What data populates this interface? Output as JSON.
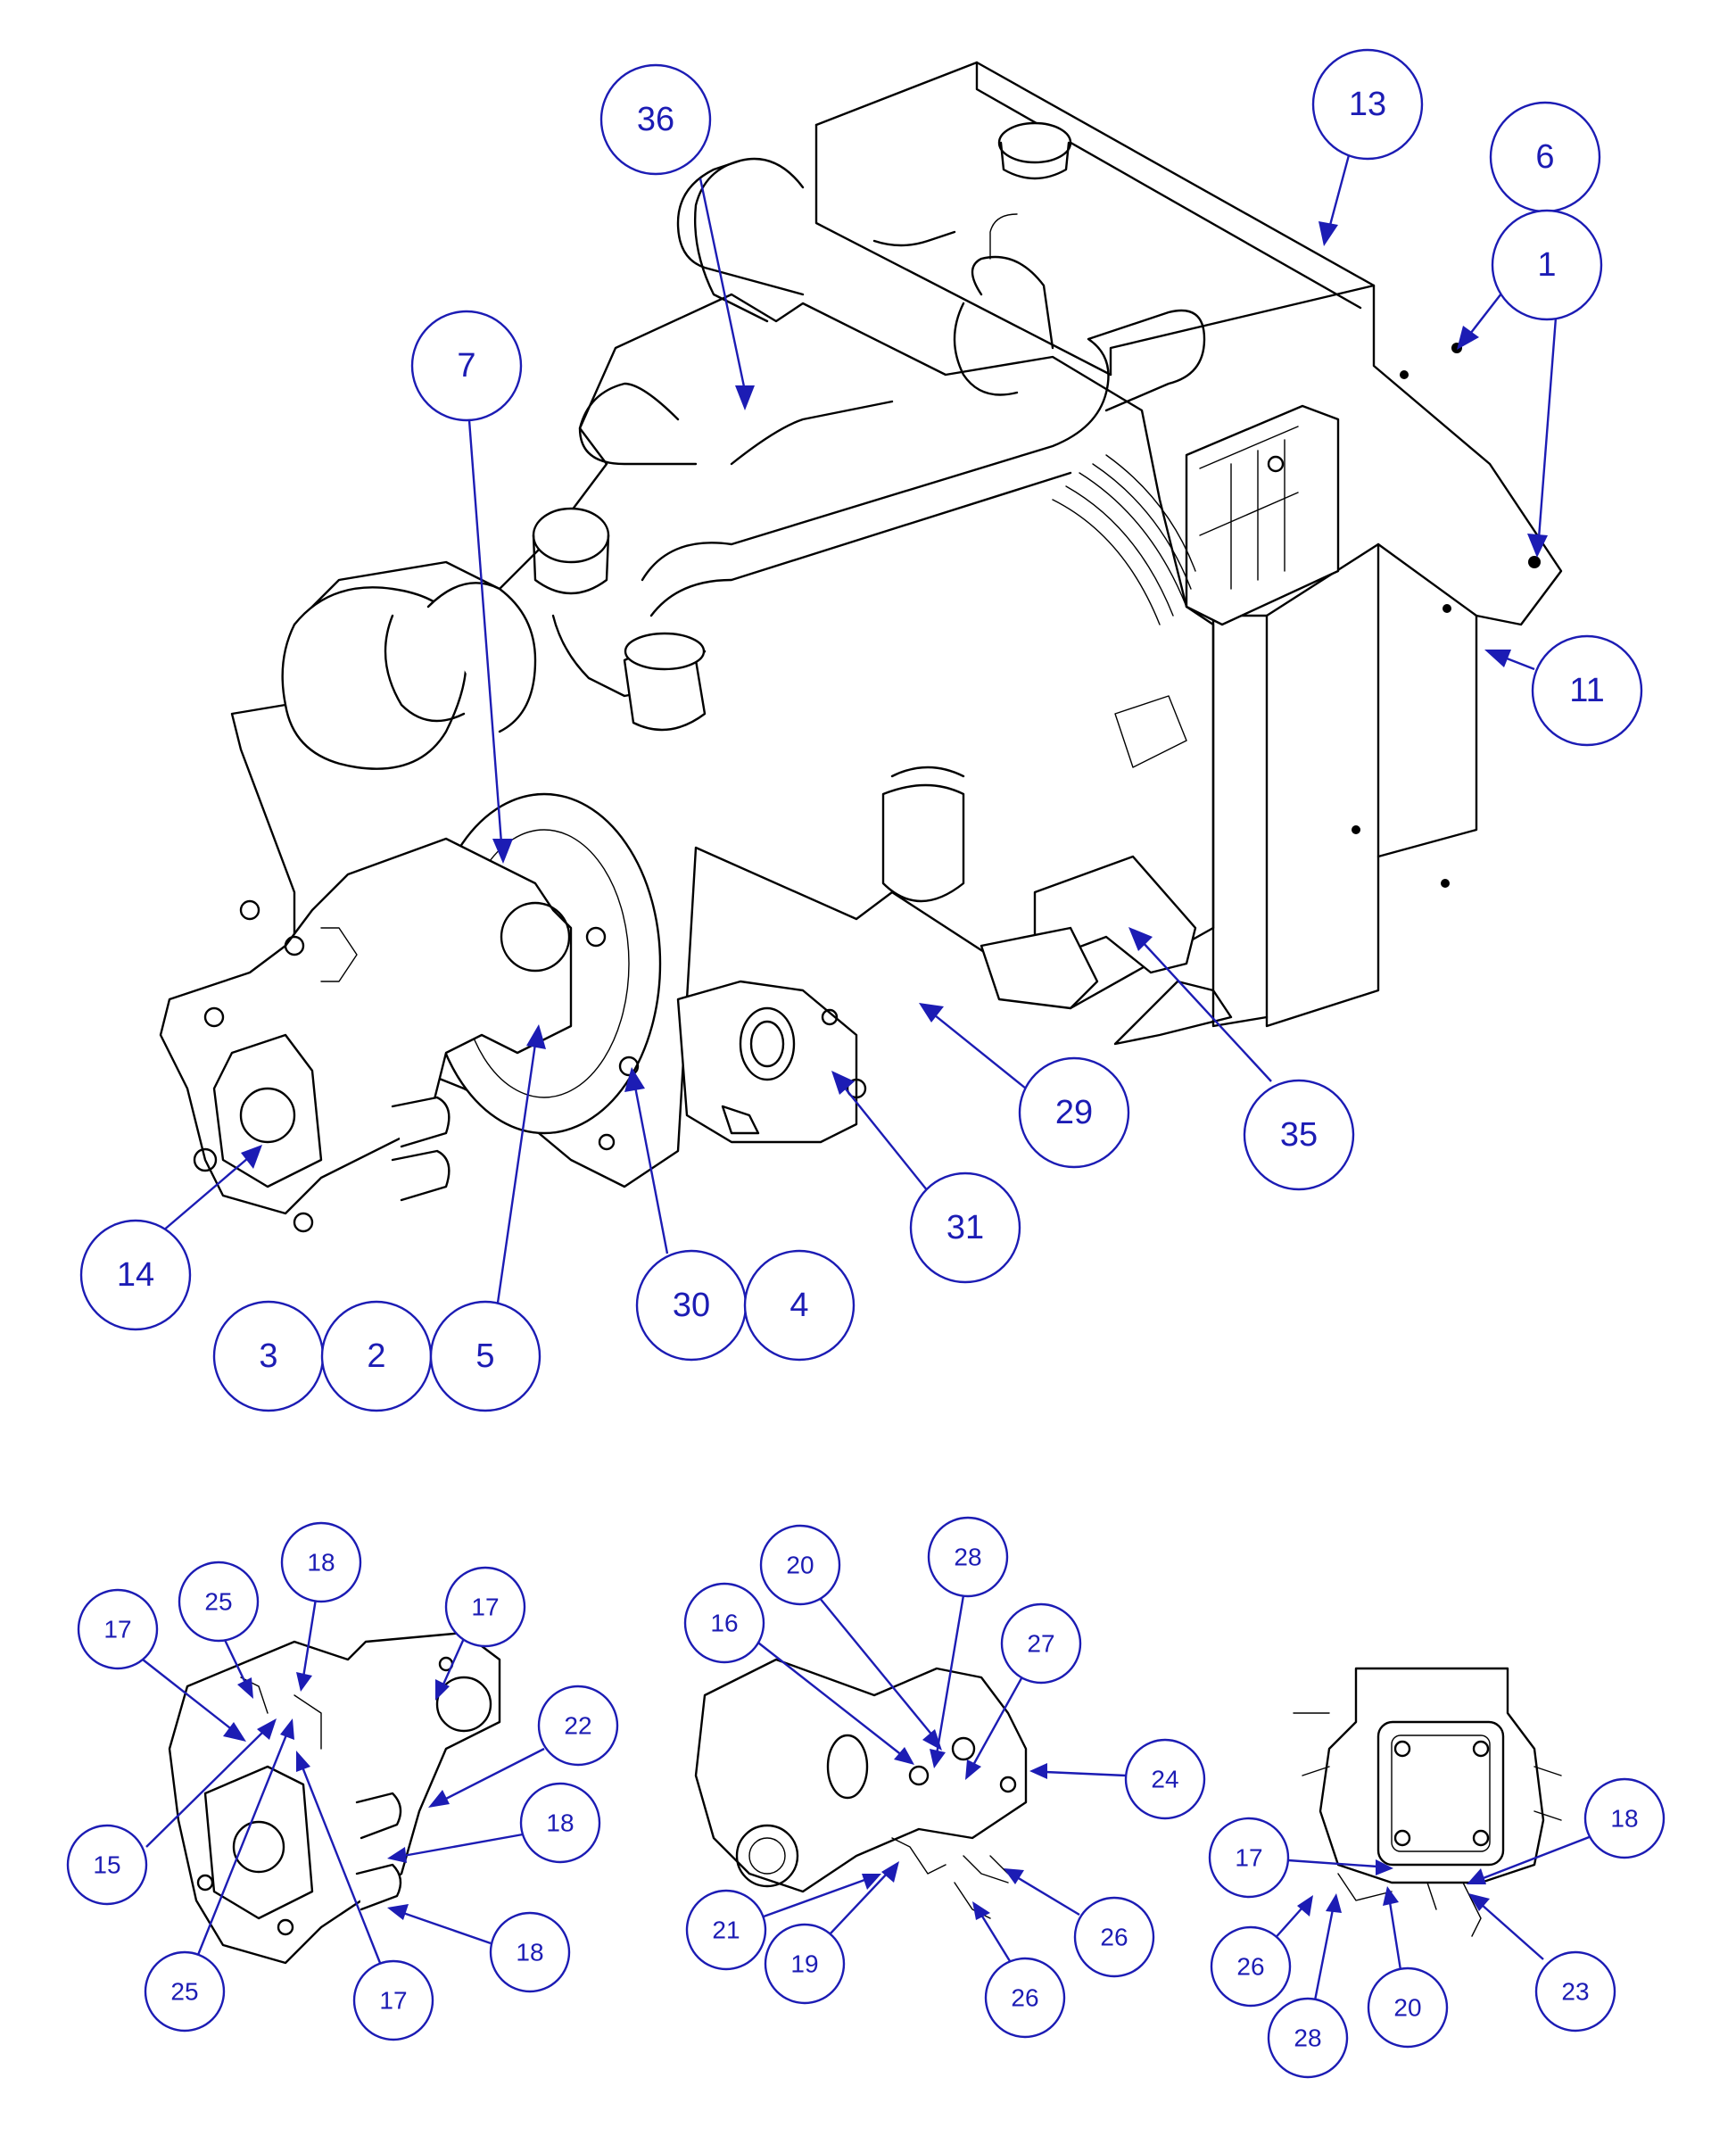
{
  "main_view": {
    "callouts": [
      {
        "id": "36",
        "label": "36"
      },
      {
        "id": "13",
        "label": "13"
      },
      {
        "id": "6",
        "label": "6"
      },
      {
        "id": "1",
        "label": "1"
      },
      {
        "id": "7",
        "label": "7"
      },
      {
        "id": "11",
        "label": "11"
      },
      {
        "id": "29",
        "label": "29"
      },
      {
        "id": "35",
        "label": "35"
      },
      {
        "id": "31",
        "label": "31"
      },
      {
        "id": "14",
        "label": "14"
      },
      {
        "id": "30",
        "label": "30"
      },
      {
        "id": "4",
        "label": "4"
      },
      {
        "id": "3",
        "label": "3"
      },
      {
        "id": "2",
        "label": "2"
      },
      {
        "id": "5",
        "label": "5"
      }
    ]
  },
  "detail_left": {
    "callouts": [
      {
        "id": "17a",
        "label": "17"
      },
      {
        "id": "25a",
        "label": "25"
      },
      {
        "id": "18a",
        "label": "18"
      },
      {
        "id": "17b",
        "label": "17"
      },
      {
        "id": "22",
        "label": "22"
      },
      {
        "id": "18b",
        "label": "18"
      },
      {
        "id": "15",
        "label": "15"
      },
      {
        "id": "18c",
        "label": "18"
      },
      {
        "id": "25b",
        "label": "25"
      },
      {
        "id": "17c",
        "label": "17"
      }
    ]
  },
  "detail_middle": {
    "callouts": [
      {
        "id": "20",
        "label": "20"
      },
      {
        "id": "28",
        "label": "28"
      },
      {
        "id": "16",
        "label": "16"
      },
      {
        "id": "27",
        "label": "27"
      },
      {
        "id": "24",
        "label": "24"
      },
      {
        "id": "21",
        "label": "21"
      },
      {
        "id": "19",
        "label": "19"
      },
      {
        "id": "26a",
        "label": "26"
      },
      {
        "id": "26b",
        "label": "26"
      }
    ]
  },
  "detail_right": {
    "callouts": [
      {
        "id": "17",
        "label": "17"
      },
      {
        "id": "18",
        "label": "18"
      },
      {
        "id": "26",
        "label": "26"
      },
      {
        "id": "28",
        "label": "28"
      },
      {
        "id": "20",
        "label": "20"
      },
      {
        "id": "23",
        "label": "23"
      }
    ]
  },
  "colors": {
    "callout": "#1c1cb4",
    "line": "#000000",
    "background": "#ffffff"
  }
}
